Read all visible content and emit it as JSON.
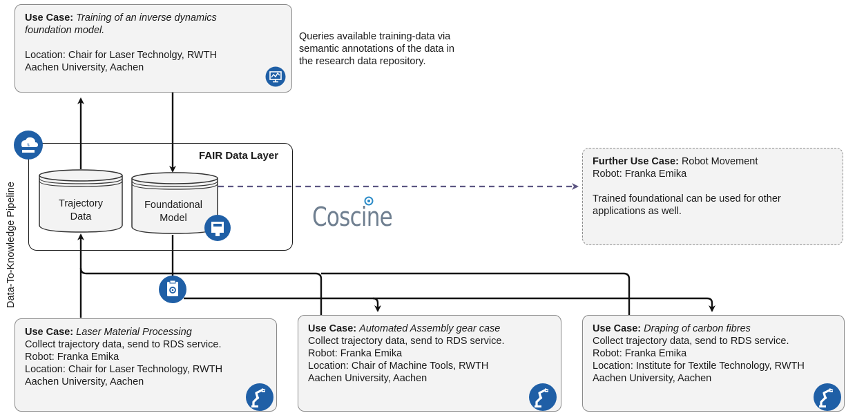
{
  "colors": {
    "icon_blue": "#1f5fa6",
    "dash_purple": "#5c5582",
    "box_fill": "#f3f3f3",
    "box_border": "#8a8a8a"
  },
  "top_use_case": {
    "label": "Use Case:",
    "title_line1": "Training of an inverse dynamics",
    "title_line2": "foundation model.",
    "location_line1": "Location: Chair for Laser Technolgy, RWTH",
    "location_line2": "Aachen University, Aachen",
    "icon": "monitor-chart-icon"
  },
  "query_note": {
    "line1": "Queries available training-data via",
    "line2": "semantic annotations of the data in",
    "line3": "the research data repository."
  },
  "pipeline_label": "Data-To-Knowledge Pipeline",
  "fair_layer": {
    "title": "FAIR Data Layer",
    "db1_line1": "Trajectory",
    "db1_line2": "Data",
    "db2_line1": "Foundational",
    "db2_line2": "Model",
    "cloud_icon": "cloud-upload-icon",
    "model_icon": "model-card-icon"
  },
  "coscine_logo": "Coscine",
  "further_use_case": {
    "label": "Further Use Case:",
    "title": "Robot Movement",
    "robot": "Robot: Franka Emika",
    "desc_line1": "Trained foundational can be used for other",
    "desc_line2": "applications as well."
  },
  "service_icon": "clipboard-gear-icon",
  "use_cases": [
    {
      "label": "Use Case:",
      "title": "Laser Material Processing",
      "line1": "Collect trajectory data, send to RDS service.",
      "line2": "Robot: Franka Emika",
      "line3": "Location: Chair for Laser Technology, RWTH",
      "line4": "Aachen University, Aachen",
      "icon": "robot-arm-icon"
    },
    {
      "label": "Use Case:",
      "title": "Automated Assembly gear case",
      "line1": "Collect trajectory data, send to RDS service.",
      "line2": "Robot: Franka Emika",
      "line3": "Location: Chair of Machine Tools, RWTH",
      "line4": "Aachen University, Aachen",
      "icon": "robot-arm-icon"
    },
    {
      "label": "Use Case:",
      "title": "Draping of carbon fibres",
      "line1": "Collect trajectory data, send to RDS service.",
      "line2": "Robot: Franka Emika",
      "line3": "Location: Institute for Textile Technology, RWTH",
      "line4": "Aachen University, Aachen",
      "icon": "robot-arm-icon"
    }
  ]
}
